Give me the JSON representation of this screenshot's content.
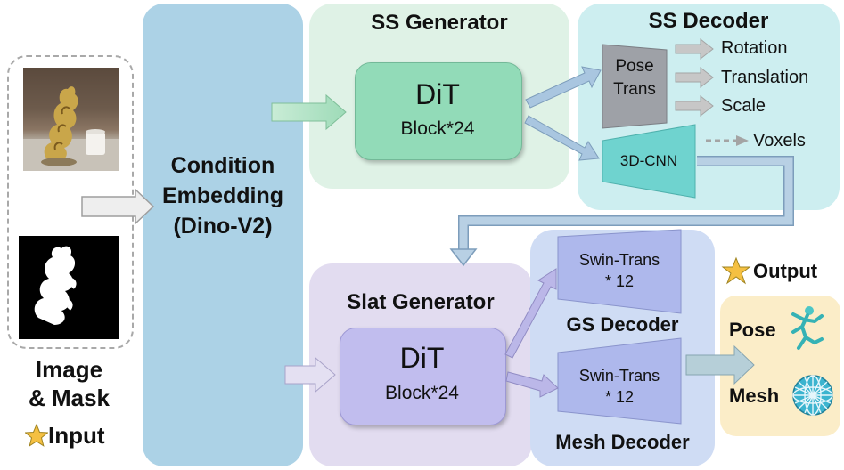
{
  "input": {
    "label_line1": "Image",
    "label_line2": "& Mask",
    "label_line3": "Input",
    "star_icon": "star-icon"
  },
  "condition": {
    "line1": "Condition",
    "line2": "Embedding",
    "line3": "(Dino-V2)"
  },
  "ss_generator": {
    "title": "SS Generator",
    "block_title": "DiT",
    "block_sub": "Block*24"
  },
  "ss_decoder": {
    "title": "SS Decoder",
    "pose_line1": "Pose",
    "pose_line2": "Trans",
    "outputs": [
      "Rotation",
      "Translation",
      "Scale"
    ],
    "cnn": "3D-CNN",
    "voxels": "Voxels"
  },
  "slat_generator": {
    "title": "Slat Generator",
    "block_title": "DiT",
    "block_sub": "Block*24"
  },
  "gs_decoder": {
    "box_line1": "Swin-Trans",
    "box_line2": "* 12",
    "title": "GS Decoder"
  },
  "mesh_decoder": {
    "box_line1": "Swin-Trans",
    "box_line2": "* 12",
    "title": "Mesh Decoder"
  },
  "output": {
    "header": "Output",
    "pose": "Pose",
    "mesh": "Mesh"
  },
  "colors": {
    "condition": "#acd2e6",
    "ss_generator_panel": "#dff2e6",
    "dit_green": "#92dbb8",
    "ss_decoder_panel": "#cdeef0",
    "cnn": "#6fd3cf",
    "pose_trans": "#9ea1a7",
    "slat_panel": "#e2dcf0",
    "dit_purple": "#c1bdee",
    "decoder_panel": "#cfdcf4",
    "swin": "#aeb8ec",
    "output_panel": "#fbedc8",
    "star": "#f5c042"
  }
}
